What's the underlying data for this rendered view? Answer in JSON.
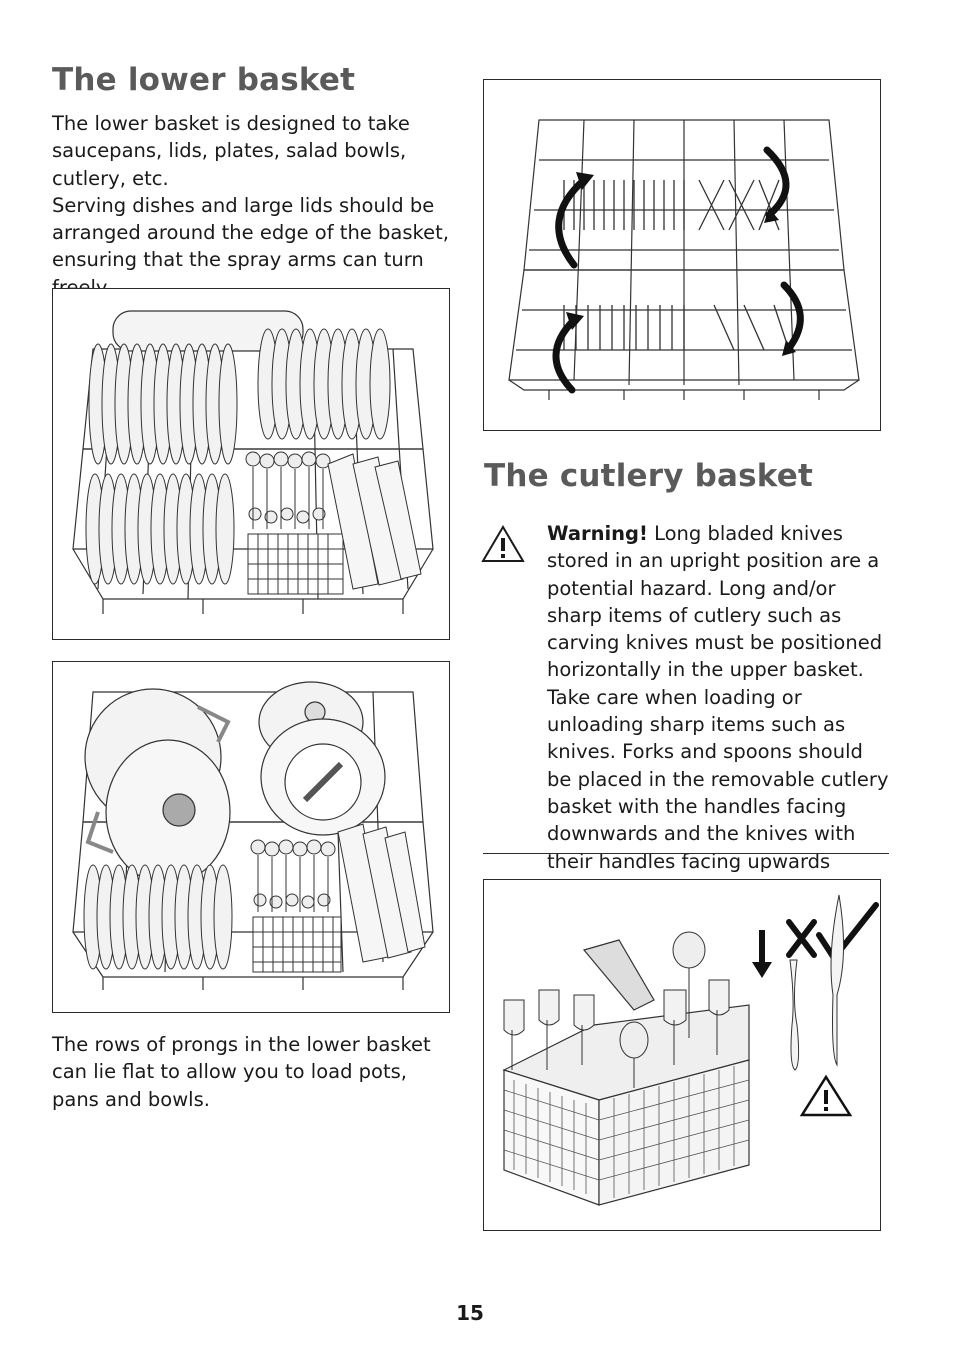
{
  "lower_basket": {
    "title": "The lower basket",
    "paragraph_1": "The lower basket is designed to take saucepans, lids, plates, salad bowls, cutlery, etc.",
    "paragraph_2": "Serving dishes and large lids should be arranged around the edge of the basket, ensuring that the spray arms can turn freely.",
    "prongs_note": "The rows of prongs in the lower basket can lie flat to allow you to load pots, pans and bowls."
  },
  "cutlery_basket": {
    "title": "The cutlery basket",
    "warning_label": "Warning!",
    "warning_text": " Long bladed knives stored in an upright position are a potential hazard. Long and/or sharp items of cutlery such as carving knives must be positioned horizontally in the upper basket. Take care when loading or unloading sharp items such as knives. Forks and spoons should be placed in the removable cutlery basket with the handles facing downwards and the knives with their handles facing upwards"
  },
  "page_number": "15",
  "icons": {
    "warning": "warning-triangle-icon",
    "check": "check-mark-icon",
    "cross": "cross-mark-icon",
    "arrow": "down-arrow-icon"
  },
  "colors": {
    "heading": "#5a5a5a",
    "text": "#1a1a1a",
    "line": "#2b2b2b"
  }
}
